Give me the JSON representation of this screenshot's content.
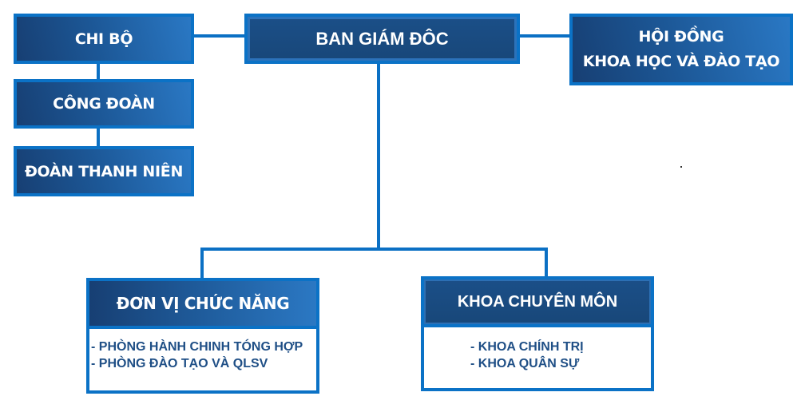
{
  "diagram": {
    "type": "org-chart",
    "colors": {
      "connector": "#0b70c4",
      "box_border": "#0b72c6",
      "box_fill_dark": "#173f73",
      "box_fill_light": "#2a78c4",
      "box_text": "#ffffff",
      "list_text": "#1f4f86"
    },
    "center": {
      "title": "BAN GIÁM ĐÔC"
    },
    "left_column": [
      {
        "title": "CHI BỘ"
      },
      {
        "title": "CÔNG ĐOÀN"
      },
      {
        "title": "ĐOÀN THANH NIÊN"
      }
    ],
    "right": {
      "line1": "HỘI ĐỒNG",
      "line2": "KHOA HỌC VÀ ĐÀO TẠO"
    },
    "groups": [
      {
        "title": "ĐƠN VỊ CHỨC NĂNG",
        "items": [
          "- PHÒNG HÀNH CHINH TÓNG HỢP",
          "- PHÒNG ĐÀO TẠO VÀ QLSV"
        ]
      },
      {
        "title": "KHOA CHUYÊN MÔN",
        "items": [
          "- KHOA CHÍNH TRỊ",
          "- KHOA QUÂN SỰ"
        ]
      }
    ],
    "edges": [
      {
        "from": "BAN GIÁM ĐÔC",
        "to": "CHI BỘ"
      },
      {
        "from": "BAN GIÁM ĐÔC",
        "to": "HỘI ĐỒNG KHOA HỌC VÀ ĐÀO TẠO"
      },
      {
        "from": "CHI BỘ",
        "to": "CÔNG ĐOÀN"
      },
      {
        "from": "CÔNG ĐOÀN",
        "to": "ĐOÀN THANH NIÊN"
      },
      {
        "from": "BAN GIÁM ĐÔC",
        "to": "ĐƠN VỊ CHỨC NĂNG"
      },
      {
        "from": "BAN GIÁM ĐÔC",
        "to": "KHOA CHUYÊN MÔN"
      }
    ]
  }
}
